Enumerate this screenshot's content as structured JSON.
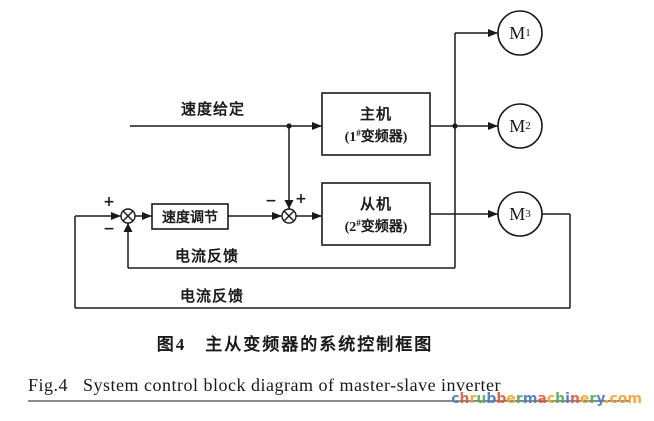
{
  "diagram": {
    "labels": {
      "speed_setpoint": "速度给定",
      "current_feedback_1": "电流反馈",
      "current_feedback_2": "电流反馈"
    },
    "boxes": {
      "master": {
        "line1": "主机",
        "line2_pre": "(1",
        "line2_sup": "#",
        "line2_post": "变频器)"
      },
      "slave": {
        "line1": "从机",
        "line2_pre": "(2",
        "line2_sup": "#",
        "line2_post": "变频器)"
      },
      "speed_regulator": {
        "label": "速度调节"
      }
    },
    "motors": [
      {
        "letter": "M",
        "sub": "1"
      },
      {
        "letter": "M",
        "sub": "2"
      },
      {
        "letter": "M",
        "sub": "3"
      }
    ],
    "signs": {
      "j1_plus": "+",
      "j1_minus": "−",
      "j2_minus": "−",
      "j2_plus": "+"
    }
  },
  "captions": {
    "chinese": "图4　主从变频器的系统控制框图",
    "english": "Fig.4   System control block diagram of master-slave inverter"
  },
  "watermark": {
    "text": "chrubbermachinery",
    "suffix": ".com",
    "letter_colors": [
      "#4a78c0",
      "#d85a40",
      "#e8a830",
      "#58a858"
    ],
    "suffix_color": "#f0a030"
  },
  "colors": {
    "line": "#1a1a1a",
    "background": "#ffffff"
  }
}
